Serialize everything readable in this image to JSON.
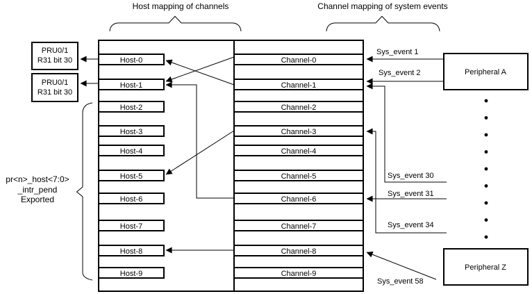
{
  "headers": {
    "host_mapping": "Host mapping of channels",
    "channel_mapping": "Channel mapping of system events"
  },
  "pru_box_top": {
    "line1": "PRU0/1",
    "line2": "R31 bit 30"
  },
  "pru_box_bottom": {
    "line1": "PRU0/1",
    "line2": "R31 bit 30"
  },
  "exported_label": {
    "line1": "pr<n>_host<7:0>",
    "line2": "_intr_pend",
    "line3": "Exported"
  },
  "hosts": [
    "Host-0",
    "Host-1",
    "Host-2",
    "Host-3",
    "Host-4",
    "Host-5",
    "Host-6",
    "Host-7",
    "Host-8",
    "Host-9"
  ],
  "channels": [
    "Channel-0",
    "Channel-1",
    "Channel-2",
    "Channel-3",
    "Channel-4",
    "Channel-5",
    "Channel-6",
    "Channel-7",
    "Channel-8",
    "Channel-9"
  ],
  "sys_events": {
    "e1": "Sys_event 1",
    "e2": "Sys_event 2",
    "e30": "Sys_event 30",
    "e31": "Sys_event 31",
    "e34": "Sys_event 34",
    "e58": "Sys_event 58"
  },
  "peripherals": {
    "a": "Peripheral A",
    "z": "Peripheral Z"
  },
  "connections": {
    "channel_to_host": [
      {
        "from": "Channel-0",
        "to": "Host-1"
      },
      {
        "from": "Channel-1",
        "to": "Host-0"
      },
      {
        "from": "Channel-3",
        "to": "Host-5"
      },
      {
        "from": "Channel-6",
        "to": "Host-1"
      },
      {
        "from": "Channel-8",
        "to": "Host-8"
      }
    ],
    "host_to_output": [
      {
        "from": "Host-0",
        "to": "PRU0/1 R31 bit 30"
      },
      {
        "from": "Host-1",
        "to": "PRU0/1 R31 bit 30"
      }
    ],
    "event_to_channel": [
      {
        "event": "Sys_event 1",
        "channel": "Channel-0"
      },
      {
        "event": "Sys_event 2",
        "channel": "Channel-1"
      },
      {
        "event": "Sys_event 30",
        "channel": "Channel-1"
      },
      {
        "event": "Sys_event 31",
        "channel": "Channel-6"
      },
      {
        "event": "Sys_event 34",
        "channel": "Channel-3"
      },
      {
        "event": "Sys_event 58",
        "channel": "Channel-8"
      }
    ]
  },
  "colors": {
    "line": "#000000",
    "background": "#ffffff"
  }
}
